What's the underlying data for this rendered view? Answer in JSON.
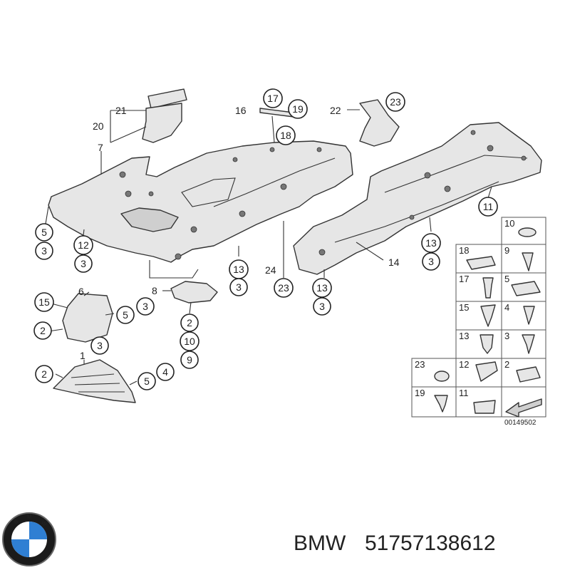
{
  "diagram": {
    "parts_left": [
      "21",
      "20",
      "7",
      "5",
      "3",
      "12",
      "3",
      "6",
      "15",
      "2",
      "5",
      "3",
      "1",
      "3",
      "2",
      "5",
      "4",
      "8",
      "2",
      "10",
      "9"
    ],
    "parts_mid": [
      "16",
      "17",
      "19",
      "18",
      "22",
      "23",
      "13",
      "3",
      "24",
      "23",
      "13",
      "3",
      "11",
      "13",
      "3",
      "14"
    ],
    "legend_cells": [
      "10",
      "18",
      "9",
      "17",
      "5",
      "15",
      "4",
      "13",
      "3",
      "23",
      "12",
      "2",
      "19",
      "11"
    ],
    "ref_code": "00149502"
  },
  "footer": {
    "brand": "BMW",
    "part_number": "51757138612"
  },
  "colors": {
    "logo_blue": "#2f7fd3",
    "logo_ring": "#1b1b1b"
  },
  "icons": {
    "logo": "bmw-roundel-logo",
    "arrow": "direction-arrow-icon"
  }
}
